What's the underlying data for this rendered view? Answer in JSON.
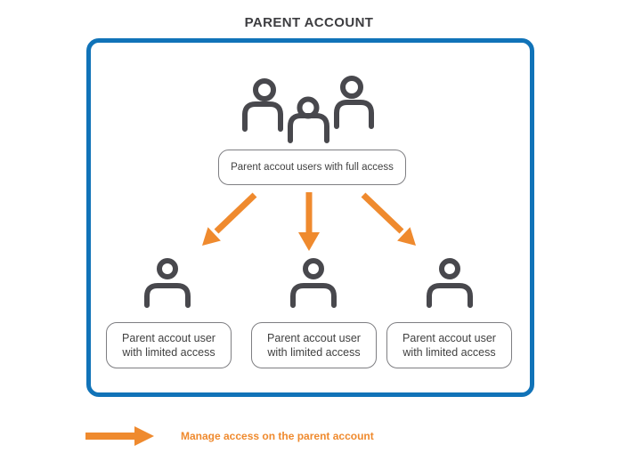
{
  "title": "PARENT ACCOUNT",
  "frame": {
    "full_access_box": {
      "label": "Parent accout users with full access"
    },
    "limited_access_boxes": [
      {
        "label": "Parent accout user with limited access"
      },
      {
        "label": "Parent accout user with limited access"
      },
      {
        "label": "Parent accout user with limited access"
      }
    ]
  },
  "legend": {
    "label": "Manage access on the parent account"
  },
  "colors": {
    "frame_border_blue": "#1173b8",
    "arrow_orange": "#ef8a2e",
    "icon_gray": "#48484d",
    "box_border_gray": "#7e7e82",
    "box_text": "#414141",
    "title_text": "#3d3d40",
    "legend_text": "#ef8a2e"
  }
}
